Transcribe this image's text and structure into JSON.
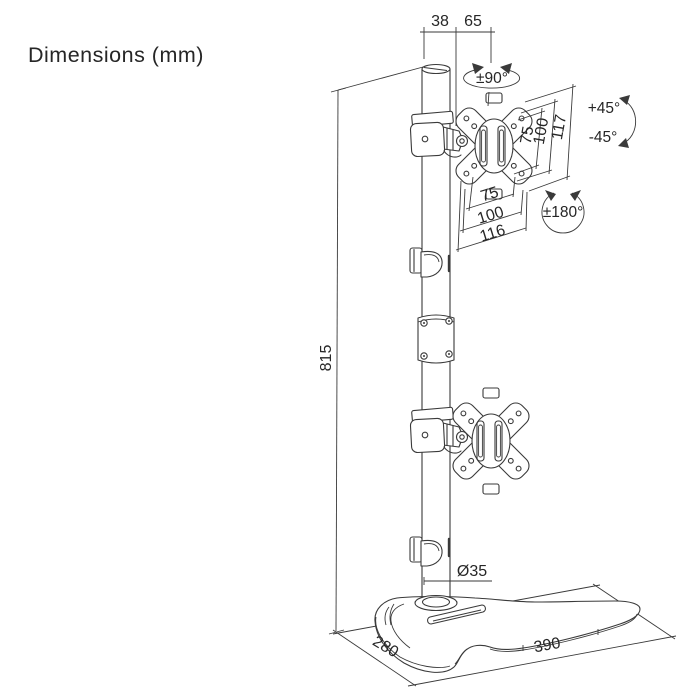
{
  "title": "Dimensions (mm)",
  "colors": {
    "line": "#3a3a3a",
    "text": "#262626",
    "background": "#ffffff"
  },
  "dimensions": {
    "pole_center_to_pivot": "38",
    "pivot_to_plate": "65",
    "swivel_range": "±90°",
    "tilt_up": "+45°",
    "tilt_down": "-45°",
    "plate_rotation": "±180°",
    "vesa_vertical_75": "75",
    "vesa_vertical_100": "100",
    "plate_height": "117",
    "vesa_horizontal_75": "75",
    "vesa_horizontal_100": "100",
    "plate_width": "116",
    "pole_height": "815",
    "pole_diameter": "Ø35",
    "base_depth": "280",
    "base_width": "390"
  }
}
